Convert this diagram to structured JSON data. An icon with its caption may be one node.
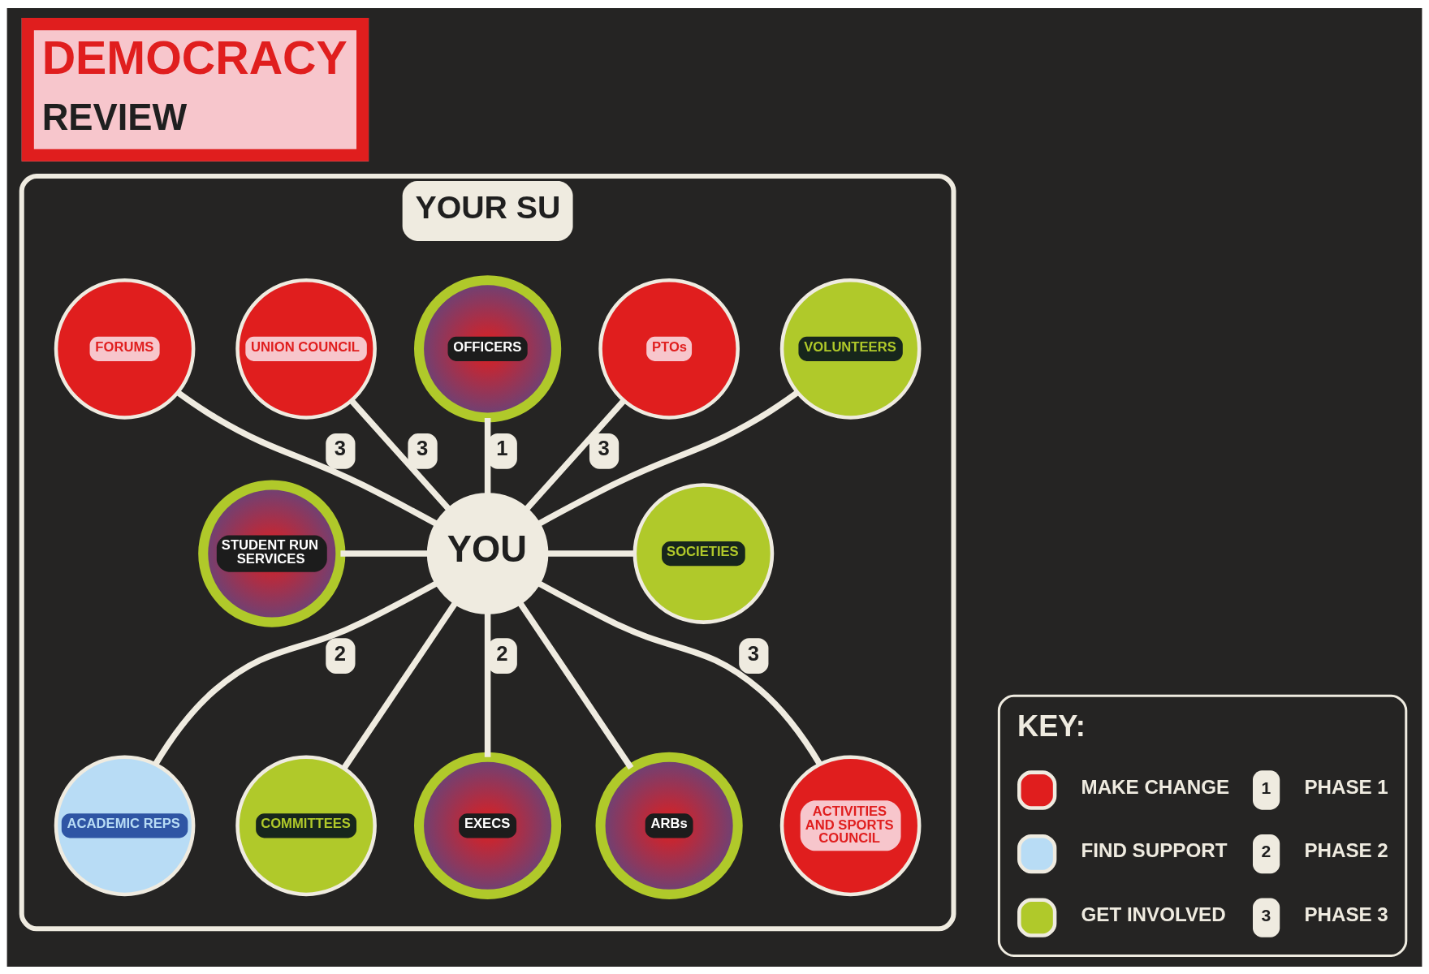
{
  "diagram": {
    "title": "DEMOCRACY REVIEW",
    "nodes": [
      {
        "text": [
          "YOUR SU"
        ]
      },
      {
        "text": [
          "UNION COUNCIL"
        ],
        "in": 0
      },
      {
        "text": [
          "OFFICERS"
        ],
        "in": 0
      },
      {
        "text": [
          "PTOs"
        ],
        "in": 0
      },
      {
        "text": [
          "FORUMS"
        ],
        "in": 0
      },
      {
        "text": [
          "VOLUNTEERS"
        ],
        "in": 0
      },
      {
        "text": [
          "STUDENT RUN SERVICES"
        ],
        "in": 0
      },
      {
        "text": [
          "YOU"
        ],
        "in": 0
      },
      {
        "text": [
          "SOCIETIES"
        ],
        "in": 0
      },
      {
        "text": [
          "ACADEMIC REPS"
        ],
        "in": 0
      },
      {
        "text": [
          "ACTIVITIES AND SPORTS COUNCIL"
        ],
        "in": 0
      },
      {
        "text": [
          "COMMITTEES"
        ],
        "in": 0
      },
      {
        "text": [
          "EXECS"
        ],
        "in": 0
      },
      {
        "text": [
          "ARBs"
        ],
        "in": 0
      }
    ],
    "edges": [
      {
        "from": 1,
        "to": 7,
        "arrow": "none",
        "label": "3"
      },
      {
        "from": 2,
        "to": 7,
        "arrow": "none",
        "label": "1"
      },
      {
        "from": 3,
        "to": 7,
        "arrow": "none",
        "label": "3"
      },
      {
        "from": 4,
        "to": 7,
        "arrow": "none",
        "label": "3"
      },
      {
        "from": 5,
        "to": 7,
        "arrow": "none"
      },
      {
        "from": 6,
        "to": 7,
        "arrow": "none"
      },
      {
        "from": 7,
        "to": 8,
        "arrow": "none"
      },
      {
        "from": 7,
        "to": 9,
        "arrow": "none",
        "label": "2"
      },
      {
        "from": 7,
        "to": 10,
        "arrow": "none",
        "label": "3"
      },
      {
        "from": 7,
        "to": 11,
        "arrow": "none"
      },
      {
        "from": 7,
        "to": 12,
        "arrow": "none",
        "label": "2"
      },
      {
        "from": 7,
        "to": 13,
        "arrow": "none"
      }
    ],
    "labels": [
      "KEY:",
      "1",
      "2",
      "3"
    ],
    "legend": [
      {
        "text": "MAKE CHANGE",
        "color": "#e01e1e"
      },
      {
        "text": "FIND SUPPORT",
        "color": "#b8dcf5"
      },
      {
        "text": "GET INVOLVED",
        "color": "#b0c92a"
      },
      {
        "text": "PHASE 1"
      },
      {
        "text": "PHASE 2"
      },
      {
        "text": "PHASE 3"
      }
    ]
  }
}
